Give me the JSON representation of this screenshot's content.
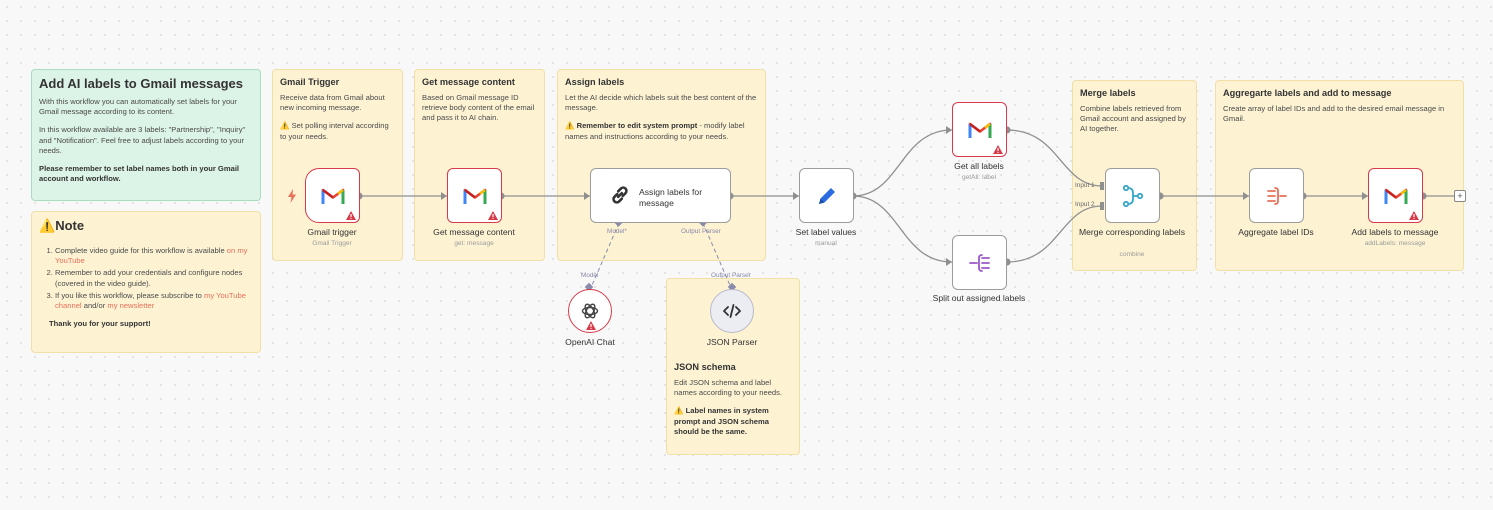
{
  "workflow": {
    "title": "Add AI labels to Gmail messages",
    "intro": "With this workflow you can automatically set labels for your Gmail message according to its content.",
    "labels_info": "In this workflow available are 3 labels: \"Partnership\", \"Inquiry\" and \"Notification\". Feel free to adjust labels according to your needs.",
    "reminder": "Please remember to set label names both in your Gmail account and workflow."
  },
  "note": {
    "title": "Note",
    "item1_text": "Complete video guide for this workflow is available ",
    "item1_link": "on my YouTube",
    "item2_text": "Remember to add your credentials and configure nodes (covered in the video guide).",
    "item3_text": "If you like this workflow, please subscribe to ",
    "item3_link1": "my YouTube channel",
    "item3_mid": " and/or ",
    "item3_link2": "my newsletter",
    "thanks": "Thank you for your support!"
  },
  "stickies": {
    "gmail_trigger": {
      "title": "Gmail Trigger",
      "body": "Receive data from Gmail about new incoming message.",
      "tip": "Set polling interval according to your needs."
    },
    "get_content": {
      "title": "Get message content",
      "body": "Based on Gmail message ID retrieve body content of the email and pass it to AI chain."
    },
    "assign": {
      "title": "Assign labels",
      "body": "Let the AI decide which labels suit the best content of the message.",
      "tip_bold": "Remember to edit system prompt",
      "tip_rest": " - modify label names and instructions according to your needs."
    },
    "merge": {
      "title": "Merge labels",
      "body": "Combine labels retrieved from Gmail account and assigned by AI together."
    },
    "aggregate": {
      "title": "Aggregarte labels and add to message",
      "body": "Create array of label IDs and add to the desired email message in Gmail."
    },
    "json_schema": {
      "title": "JSON schema",
      "body": "Edit JSON schema and label names according to your needs.",
      "tip": "Label names in system prompt and JSON schema should be the same."
    }
  },
  "nodes": {
    "gmail_trigger": {
      "title": "Gmail trigger",
      "sub": "Gmail Trigger"
    },
    "get_message": {
      "title": "Get message content",
      "sub": "get: message"
    },
    "assign_labels": {
      "title": "Assign labels for message",
      "port_model": "Model*",
      "port_parser": "Output Parser"
    },
    "openai": {
      "title": "OpenAI Chat",
      "port": "Model"
    },
    "json_parser": {
      "title": "JSON Parser",
      "port": "Output Parser"
    },
    "set_values": {
      "title": "Set label values",
      "sub": "manual"
    },
    "get_all_labels": {
      "title": "Get all labels",
      "sub": "getAll: label"
    },
    "split_out": {
      "title": "Split out assigned labels"
    },
    "merge": {
      "title": "Merge corresponding labels",
      "sub": "combine",
      "input1": "Input 1",
      "input2": "Input 2"
    },
    "aggregate": {
      "title": "Aggregate label IDs"
    },
    "add_labels": {
      "title": "Add labels to message",
      "sub": "addLabels: message"
    }
  },
  "colors": {
    "sticky_yellow": "#fdf3d3",
    "sticky_green": "#dcf3e7",
    "error_red": "#d63b4a",
    "link": "#e8705a"
  },
  "canvas": {
    "add_symbol": "+"
  }
}
